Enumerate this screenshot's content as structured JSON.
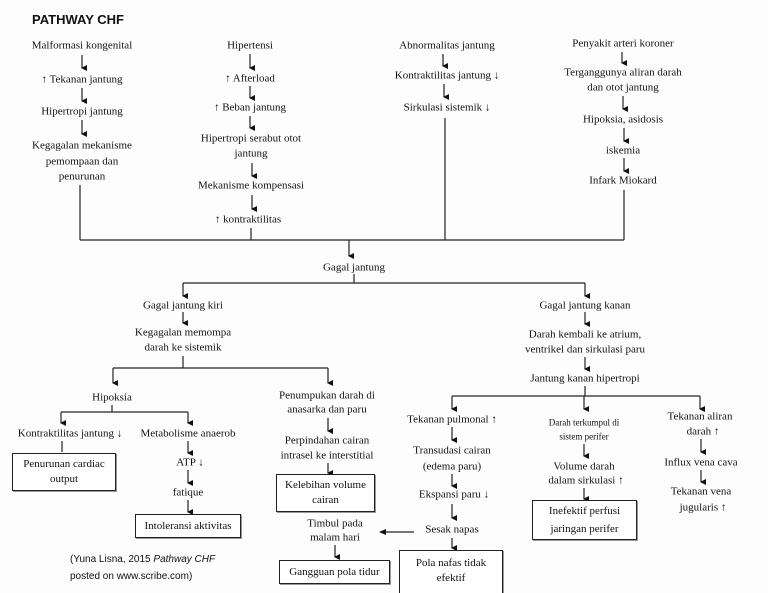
{
  "title": "PATHWAY CHF",
  "causes": {
    "malformasi": [
      "Malformasi kongenital",
      "↑ Tekanan jantung",
      "Hipertropi jantung",
      "Kegagalan mekanisme",
      "pemompaan dan",
      "penurunan"
    ],
    "hipertensi": [
      "Hipertensi",
      "↑ Afterload",
      "↑ Beban jantung",
      "Hipertropi serabut otot",
      "jantung",
      "Mekanisme kompensasi",
      "↑ kontraktilitas"
    ],
    "abnormalitas": [
      "Abnormalitas jantung",
      "Kontraktilitas jantung ↓",
      "Sirkulasi sistemik ↓"
    ],
    "koroner": [
      "Penyakit arteri koroner",
      "Terganggunya aliran darah",
      "dan otot jantung",
      "Hipoksia, asidosis",
      "iskemia",
      "Infark Miokard"
    ]
  },
  "center": "Gagal jantung",
  "left": {
    "title": "Gagal jantung kiri",
    "step": [
      "Kegagalan memompa",
      "darah ke sistemik"
    ],
    "hipoksia": "Hipoksia",
    "kontraktilitas": "Kontraktilitas jantung ↓",
    "box_cardiac": [
      "Penurunan cardiac",
      "output"
    ],
    "metabolisme": "Metabolisme anaerob",
    "atp": "ATP ↓",
    "fatique": "fatique",
    "box_intoleransi": "Intoleransi aktivitas",
    "penumpukan": [
      "Penumpukan darah di",
      "anasarka dan paru"
    ],
    "perpindahan": [
      "Perpindahan cairan",
      "intrasel ke interstitial"
    ],
    "box_kelebihan": [
      "Kelebihan volume",
      "cairan"
    ],
    "timbul": [
      "Timbul pada",
      "malam hari"
    ],
    "box_tidur": "Gangguan pola tidur"
  },
  "right": {
    "title": "Gagal jantung kanan",
    "step": [
      "Darah kembali ke atrium,",
      "ventrikel dan sirkulasi paru"
    ],
    "hipertropi": "Jantung kanan hipertropi",
    "pulmonal": [
      "Tekanan pulmonal ↑",
      "Transudasi cairan",
      "(edema paru)",
      "Ekspansi paru ↓",
      "Sesak napas"
    ],
    "box_pola": [
      "Pola nafas tidak",
      "efektif"
    ],
    "perifer": [
      "Darah terkumpul di",
      "sistem perifer",
      "Volume darah",
      "dalam sirkulasi ↑"
    ],
    "box_perfusi": [
      "Inefektif perfusi",
      "jaringan perifer"
    ],
    "aliran": [
      "Tekanan aliran",
      "darah ↑",
      "Influx vena cava",
      "Tekanan vena",
      "jugularis ↑"
    ]
  },
  "citation": {
    "line1_a": "(Yuna Lisna, 2015 ",
    "line1_b": "Pathway CHF",
    "line2": "posted on www.scribe.com)"
  }
}
